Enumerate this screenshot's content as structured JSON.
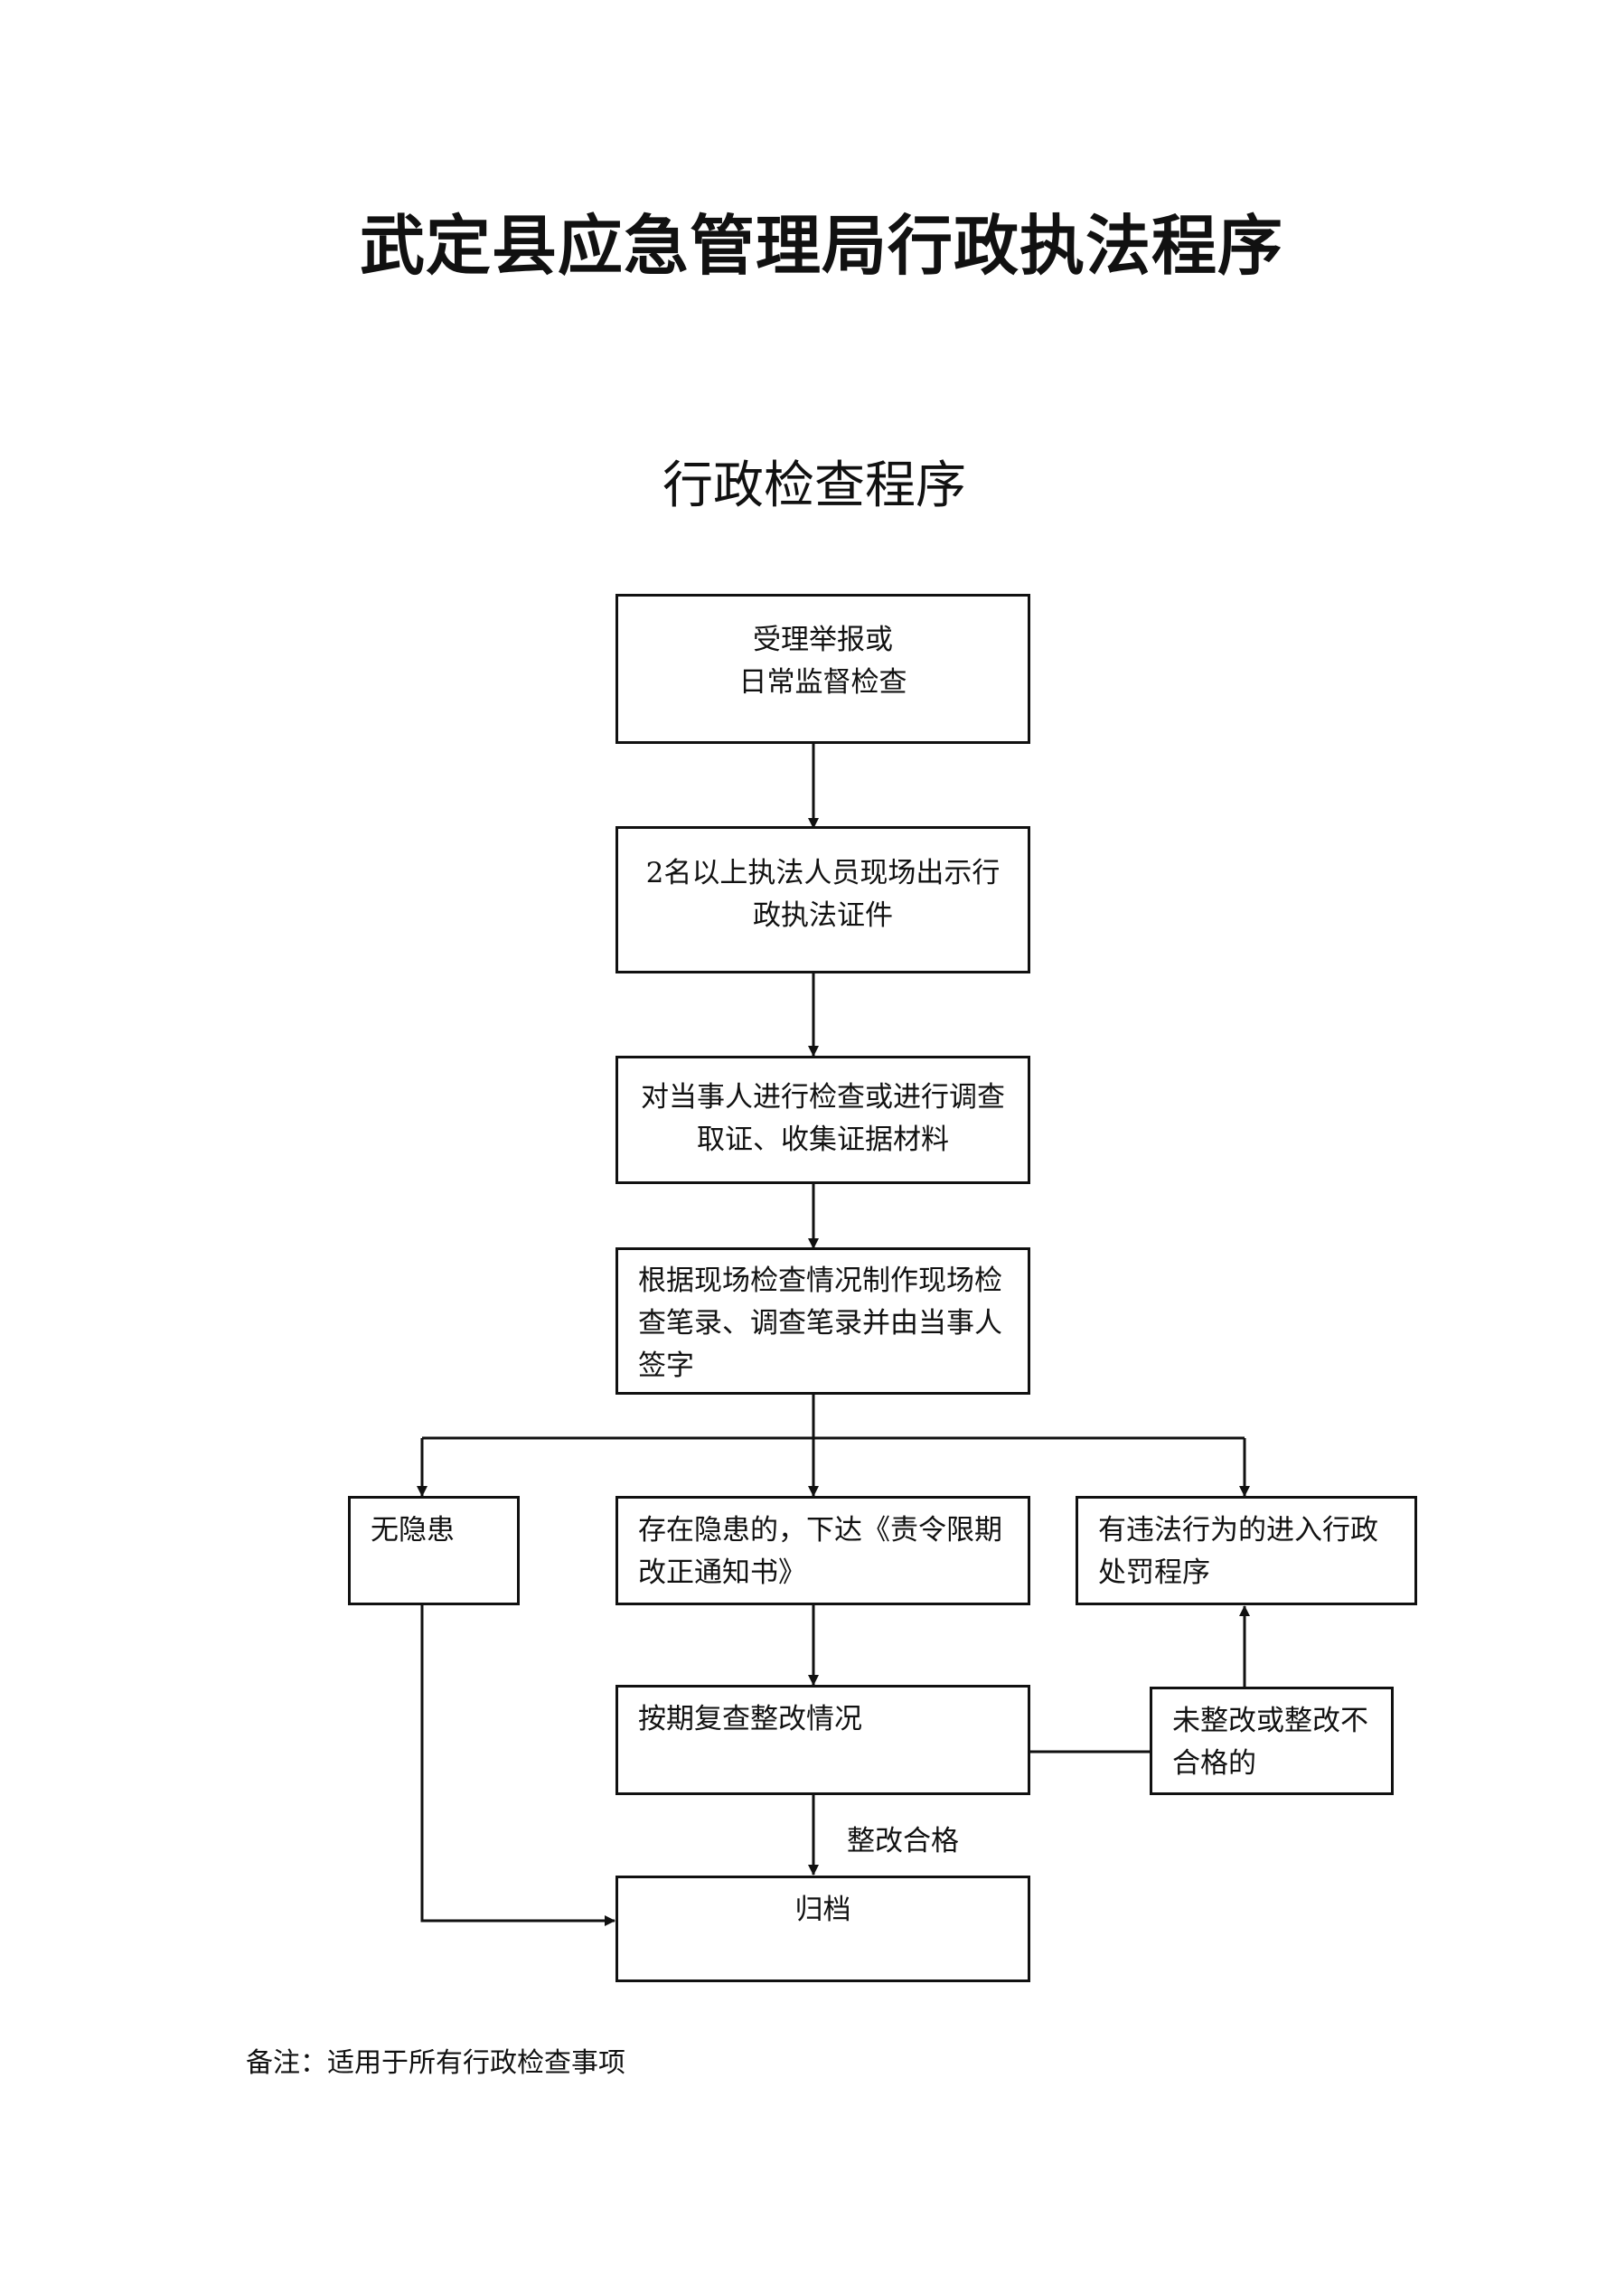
{
  "document": {
    "title": "武定县应急管理局行政执法程序",
    "subtitle": "行政检查程序",
    "note": "备注：适用于所有行政检查事项"
  },
  "flowchart": {
    "nodes": {
      "accept": "受理举报或\n日常监督检查",
      "show_id": "2名以上执法人员现场出示行\n政执法证件",
      "inspect": "对当事人进行检查或进行调查\n取证、收集证据材料",
      "record": "根据现场检查情况制作现场检\n查笔录、调查笔录并由当事人\n签字",
      "no_hazard": "无隐患",
      "hazard": "存在隐患的，下达《责令限期\n改正通知书》",
      "violation": "有违法行为的进入行政\n处罚程序",
      "recheck": "按期复查整改情况",
      "not_rectified": "未整改或整改不\n合格的",
      "archive": "归档"
    },
    "edge_labels": {
      "rectified": "整改合格"
    }
  },
  "colors": {
    "ink": "#111111",
    "background": "#ffffff"
  }
}
